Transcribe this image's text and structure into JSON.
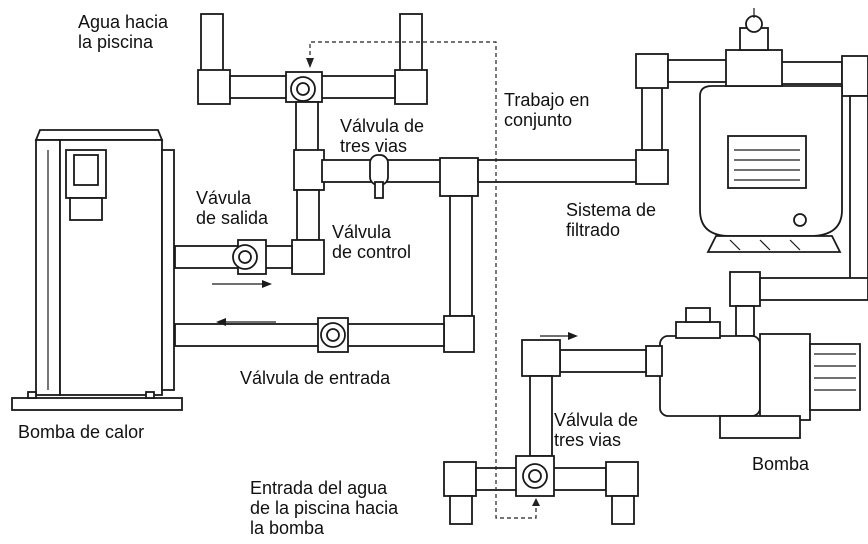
{
  "labels": {
    "water_to_pool": [
      "Agua hacia",
      "la piscina"
    ],
    "three_way_valve_top": [
      "Válvula de",
      "tres vias"
    ],
    "work_together": [
      "Trabajo en",
      "conjunto"
    ],
    "outlet_valve": [
      "Vávula",
      "de salida"
    ],
    "control_valve": [
      "Válvula",
      "de control"
    ],
    "filtration_system": [
      "Sistema de",
      "filtrado"
    ],
    "inlet_valve": "Válvula de entrada",
    "heat_pump": "Bomba de calor",
    "three_way_valve_bottom": [
      "Válvula de",
      "tres vias"
    ],
    "pump": "Bomba",
    "pool_water_inlet": [
      "Entrada del agua",
      "de la piscina hacia",
      "la bomba"
    ]
  },
  "colors": {
    "line": "#1a1a1a",
    "text": "#111111",
    "background": "#ffffff"
  }
}
